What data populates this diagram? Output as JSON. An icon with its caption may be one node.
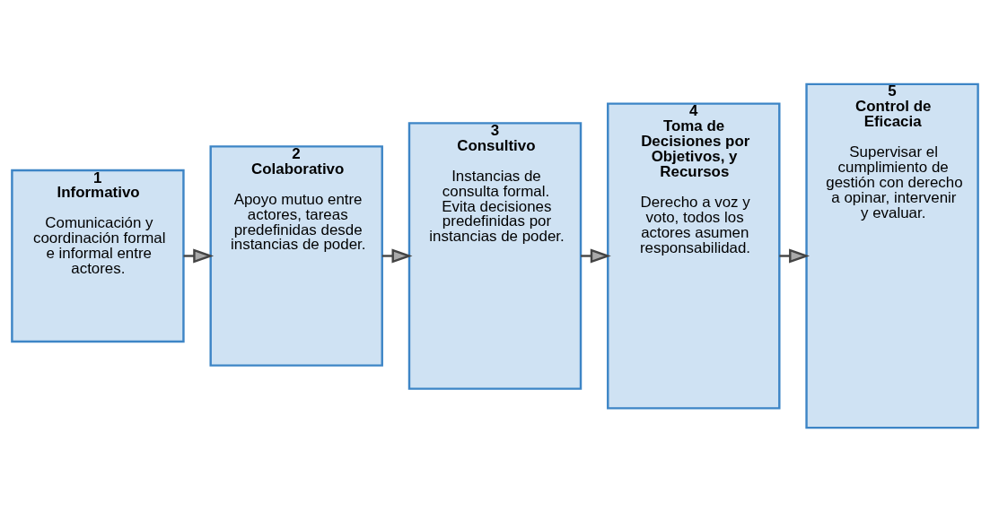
{
  "diagram": {
    "nodes": [
      {
        "text": [
          "1",
          "Informativo",
          "Comunicación y coordinación formal e informal entre actores."
        ]
      },
      {
        "text": [
          "2",
          "Colaborativo",
          "Apoyo mutuo entre actores, tareas predefinidas desde instancias de poder."
        ]
      },
      {
        "text": [
          "3",
          "Consultivo",
          "Instancias de consulta formal. Evita decisiones predefinidas por instancias de poder."
        ]
      },
      {
        "text": [
          "4",
          "Toma de Decisiones por Objetivos, y Recursos",
          "Derecho a voz y voto, todos los actores asumen responsabilidad."
        ]
      },
      {
        "text": [
          "5",
          "Control de Eficacia",
          "Supervisar el cumplimiento de gestión con derecho a opinar, intervenir y evaluar."
        ]
      }
    ],
    "edges": [
      {
        "from": 0,
        "to": 1,
        "arrow": "to"
      },
      {
        "from": 1,
        "to": 2,
        "arrow": "to"
      },
      {
        "from": 2,
        "to": 3,
        "arrow": "to"
      },
      {
        "from": 3,
        "to": 4,
        "arrow": "to"
      }
    ]
  }
}
